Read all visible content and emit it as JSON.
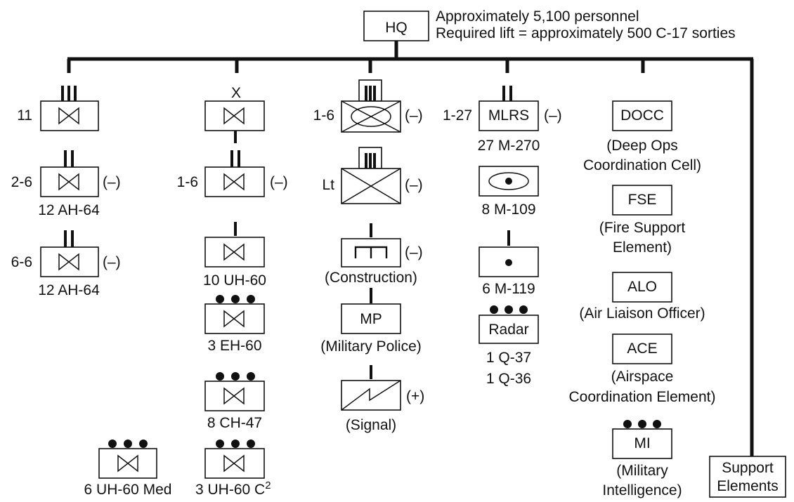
{
  "hq": {
    "label": "HQ",
    "personnel": "Approximately 5,100 personnel",
    "lift": "Required lift = approximately 500 C-17 sorties"
  },
  "col1": {
    "unit1": {
      "id": "11"
    },
    "unit2": {
      "id": "2-6",
      "mod": "(–)",
      "label": "12 AH-64"
    },
    "unit3": {
      "id": "6-6",
      "mod": "(–)",
      "label": "12 AH-64"
    },
    "unit4": {
      "label": "6 UH-60 Med"
    }
  },
  "col2": {
    "unit1": {
      "echelon": "X"
    },
    "unit2": {
      "id": "1-6",
      "mod": "(–)"
    },
    "unit3": {
      "label": "10 UH-60"
    },
    "unit4": {
      "label": "3 EH-60"
    },
    "unit5": {
      "label": "8 CH-47"
    },
    "unit6": {
      "label": "3 UH-60 C",
      "sup": "2"
    }
  },
  "col3": {
    "unit1": {
      "id": "1-6",
      "mod": "(–)"
    },
    "unit2": {
      "id": "Lt",
      "mod": "(–)"
    },
    "unit3": {
      "mod": "(–)",
      "label": "(Construction)"
    },
    "unit4": {
      "box": "MP",
      "label": "(Military Police)"
    },
    "unit5": {
      "mod": "(+)",
      "label": "(Signal)"
    }
  },
  "col4": {
    "unit1": {
      "id": "1-27",
      "box": "MLRS",
      "mod": "(–)",
      "label": "27 M-270"
    },
    "unit2": {
      "label": "8 M-109"
    },
    "unit3": {
      "label": "6 M-119"
    },
    "unit4": {
      "box": "Radar",
      "label1": "1 Q-37",
      "label2": "1 Q-36"
    }
  },
  "col5": {
    "docc": {
      "box": "DOCC",
      "line1": "(Deep Ops",
      "line2": "Coordination Cell)"
    },
    "fse": {
      "box": "FSE",
      "line1": "(Fire Support",
      "line2": "Element)"
    },
    "alo": {
      "box": "ALO",
      "line1": "(Air Liaison Officer)"
    },
    "ace": {
      "box": "ACE",
      "line1": "(Airspace",
      "line2": "Coordination Element)"
    },
    "mi": {
      "box": "MI",
      "line1": "(Military",
      "line2": "Intelligence)"
    }
  },
  "support": {
    "line1": "Support",
    "line2": "Elements"
  }
}
